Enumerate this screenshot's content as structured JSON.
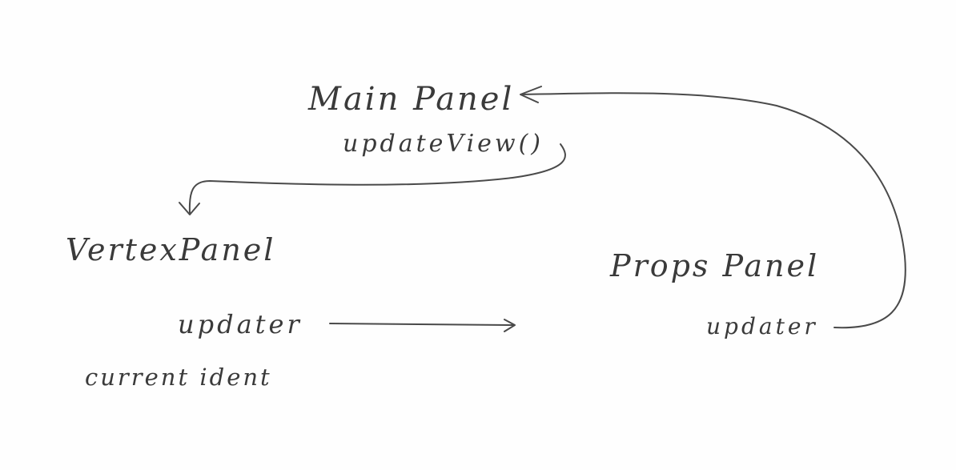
{
  "main_panel": {
    "title": "Main Panel",
    "method": "updateView()"
  },
  "vertex_panel": {
    "title": "VertexPanel",
    "method": "updater",
    "field": "current ident"
  },
  "props_panel": {
    "title": "Props Panel",
    "method": "updater"
  },
  "colors": {
    "ink": "#3a3a3a",
    "background": "#fefefe"
  }
}
